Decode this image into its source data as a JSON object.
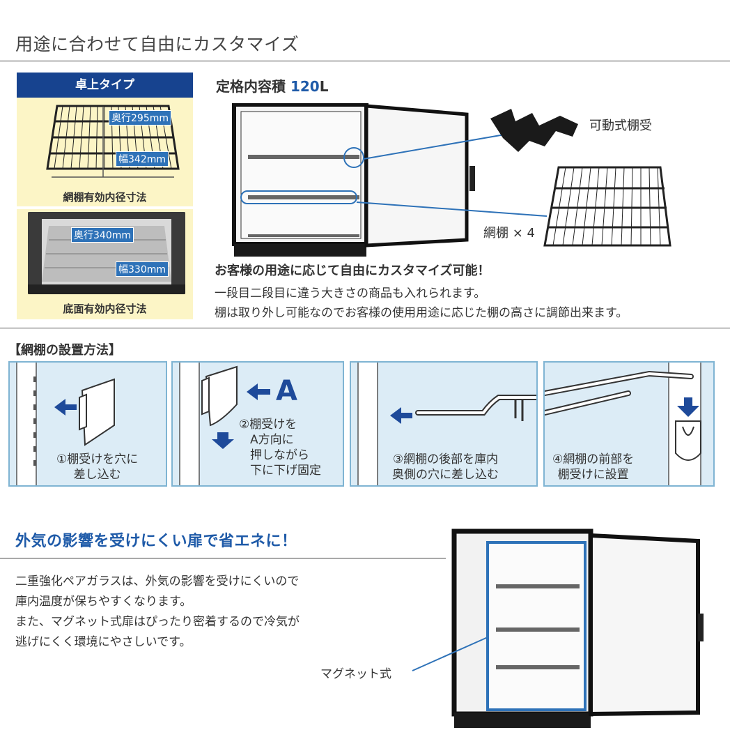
{
  "section1": {
    "title": "用途に合わせて自由にカスタマイズ",
    "panel_header": "卓上タイプ",
    "shelf_depth": "奥行295mm",
    "shelf_width": "幅342mm",
    "shelf_caption": "網棚有効内径寸法",
    "floor_depth": "奥行340mm",
    "floor_width": "幅330mm",
    "floor_caption": "底面有効内径寸法",
    "capacity_label": "定格内容積",
    "capacity_value": "120",
    "capacity_unit": "L",
    "bracket_label": "可動式棚受",
    "shelf_count_label": "網棚 × 4",
    "desc_bold": "お客様の用途に応じて自由にカスタマイズ可能！",
    "desc_line1": "一段目二段目に違う大きさの商品も入れられます。",
    "desc_line2": "棚は取り外し可能なのでお客様の使用用途に応じた棚の高さに調節出来ます。"
  },
  "method": {
    "title": "【網棚の設置方法】",
    "arrow_a": "A",
    "steps": [
      {
        "line1": "①棚受けを穴に",
        "line2": "差し込む",
        "line3": ""
      },
      {
        "line1": "②棚受けを",
        "line2": "A方向に",
        "line3": "押しながら",
        "line4": "下に下げ固定"
      },
      {
        "line1": "③網棚の後部を庫内",
        "line2": "奥側の穴に差し込む",
        "line3": ""
      },
      {
        "line1": "④網棚の前部を",
        "line2": "棚受けに設置",
        "line3": ""
      }
    ]
  },
  "section3": {
    "title": "外気の影響を受けにくい扉で省エネに！",
    "line1": "二重強化ペアガラスは、外気の影響を受けにくいので",
    "line2": "庫内温度が保ちやすくなります。",
    "line3": "また、マグネット式扉はぴったり密着するので冷気が",
    "line4": "逃げにくく環境にやさしいです。",
    "magnet_label": "マグネット式"
  },
  "colors": {
    "navy": "#17438f",
    "accent_blue": "#1e5aa8",
    "panel_yellow": "#fcf5c6",
    "step_bg": "#dcecf6",
    "step_border": "#7fb4d3"
  }
}
